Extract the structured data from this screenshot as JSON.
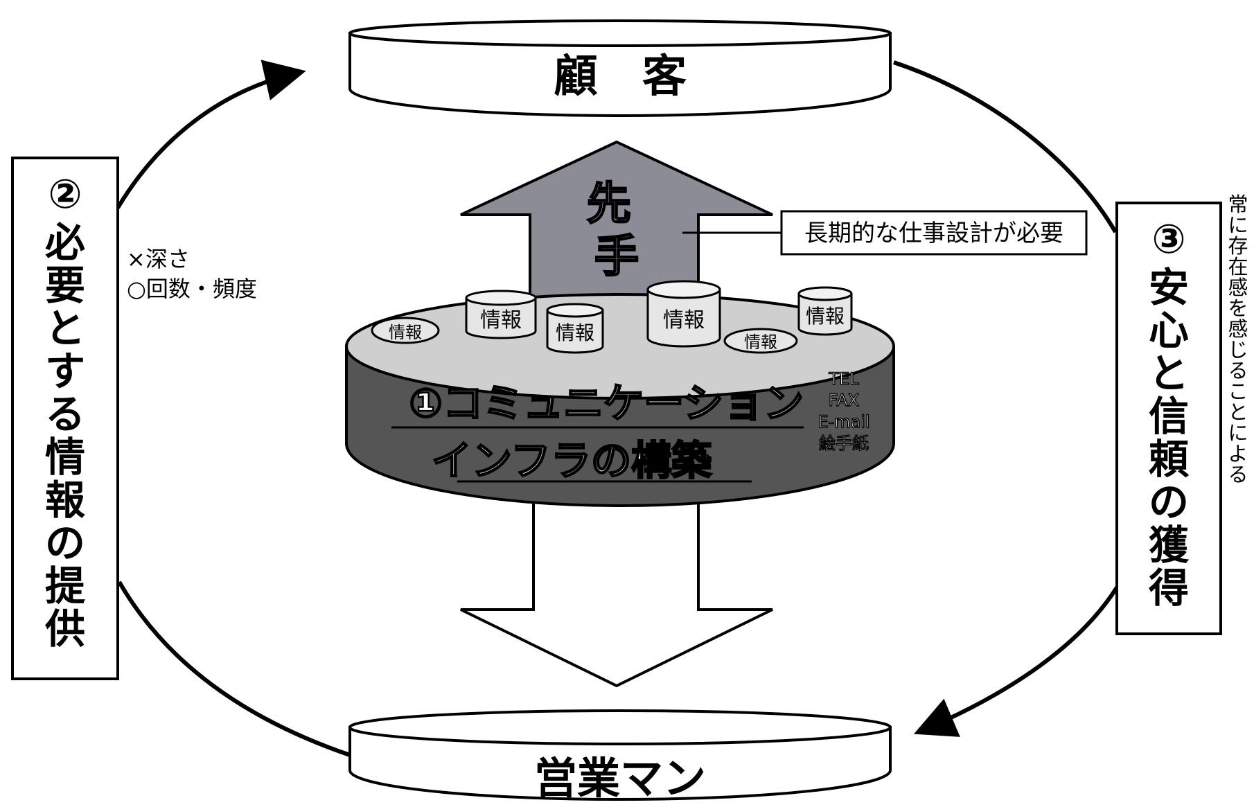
{
  "customer": {
    "label": "顧　客"
  },
  "salesperson": {
    "label": "営業マン"
  },
  "arrow_up": {
    "label": "先手"
  },
  "callout": {
    "text": "長期的な仕事設計が必要"
  },
  "left_box": {
    "number": "②",
    "text": "必要とする情報の提供"
  },
  "left_notes": {
    "line1": "×深さ",
    "line2": "○回数・頻度"
  },
  "right_box": {
    "number": "③",
    "text": "安心と信頼の獲得"
  },
  "right_note": {
    "text": "常に存在感を感じることによる"
  },
  "platform": {
    "line1": "①コミュニケーション",
    "line2": "インフラの構築",
    "tools": [
      "TEL",
      "FAX",
      "E-mail",
      "絵手紙"
    ],
    "info_label": "情報"
  },
  "colors": {
    "platform_side": "#555555",
    "platform_top": "#cfcfcf",
    "arrow_fill": "#8c8c96",
    "stroke": "#000000"
  }
}
